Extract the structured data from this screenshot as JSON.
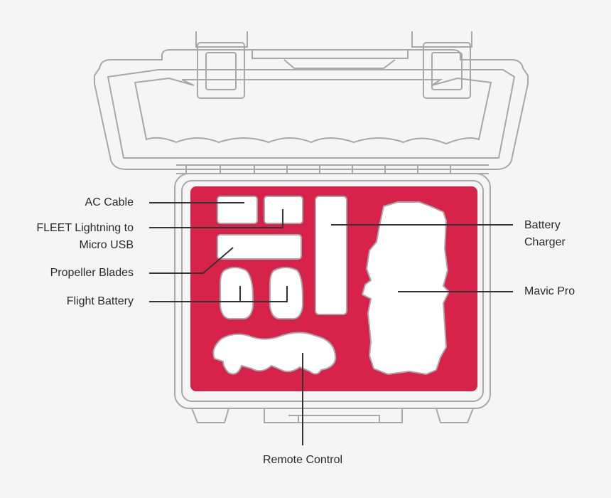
{
  "colors": {
    "background": "#f5f5f5",
    "outline": "#a8a8a8",
    "foam": "#d7234a",
    "cutout": "#ffffff",
    "leader": "#333333",
    "text": "#2a2a2a"
  },
  "labels": {
    "ac_cable": "AC Cable",
    "fleet_lightning": [
      "FLEET Lightning to",
      "Micro USB"
    ],
    "propeller_blades": "Propeller Blades",
    "flight_battery": "Flight Battery",
    "battery_charger": [
      "Battery",
      "Charger"
    ],
    "mavic_pro": "Mavic Pro",
    "remote_control": "Remote Control"
  }
}
